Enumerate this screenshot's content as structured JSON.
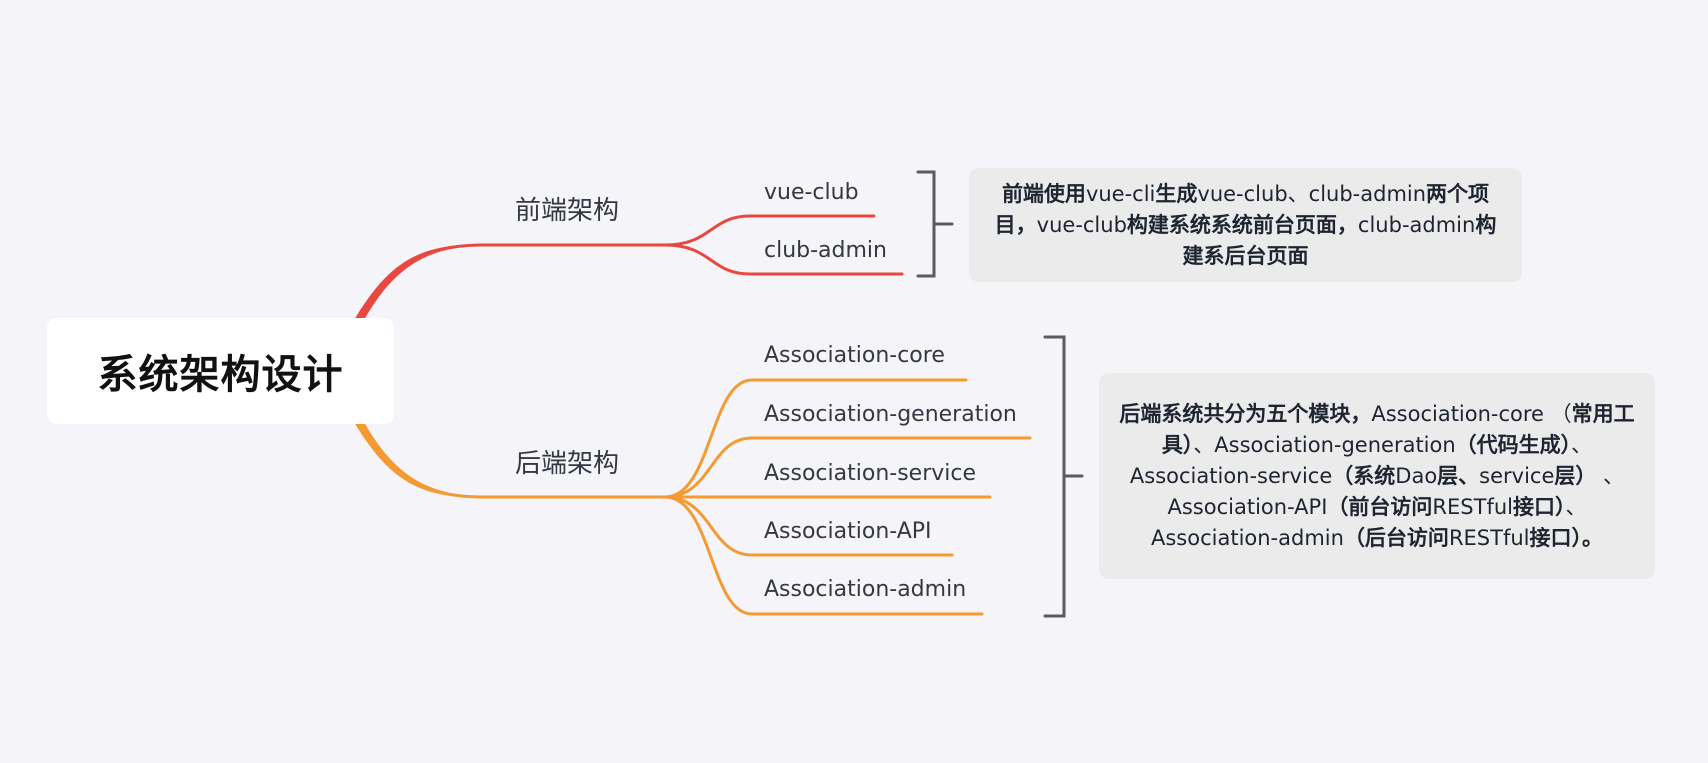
{
  "root": {
    "label": "系统架构设计"
  },
  "colors": {
    "frontend": "#e8483f",
    "backend": "#f39a32",
    "bracket": "#5b5b5b",
    "background": "#f5f5f9",
    "summary_bg": "#ebebeb"
  },
  "branches": [
    {
      "label": "前端架构",
      "color": "#e8483f",
      "children": [
        "vue-club",
        "club-admin"
      ],
      "summary": [
        {
          "text": "前端使用",
          "bold": true
        },
        {
          "text": "vue-cli",
          "bold": false
        },
        {
          "text": "生成",
          "bold": true
        },
        {
          "text": "vue-club、club-admin",
          "bold": false
        },
        {
          "text": "两个项目，",
          "bold": true
        },
        {
          "text": "vue-club",
          "bold": false
        },
        {
          "text": "构建系统系统前台页面，",
          "bold": true
        },
        {
          "text": "club-admin",
          "bold": false
        },
        {
          "text": "构建系后台页面",
          "bold": true
        }
      ]
    },
    {
      "label": "后端架构",
      "color": "#f39a32",
      "children": [
        "Association-core",
        "Association-generation",
        "Association-service",
        "Association-API",
        "Association-admin"
      ],
      "summary": [
        {
          "text": "后端系统共分为五个模块，",
          "bold": true
        },
        {
          "text": "Association-core （",
          "bold": false
        },
        {
          "text": "常用工具）",
          "bold": true
        },
        {
          "text": "、Association-generation",
          "bold": false
        },
        {
          "text": "（代码生成）",
          "bold": true
        },
        {
          "text": "、Association-service",
          "bold": false
        },
        {
          "text": "（系统",
          "bold": true
        },
        {
          "text": "Dao",
          "bold": false
        },
        {
          "text": "层、",
          "bold": true
        },
        {
          "text": "service",
          "bold": false
        },
        {
          "text": "层）",
          "bold": true
        },
        {
          "text": " 、Association-API",
          "bold": false
        },
        {
          "text": "（前台访问",
          "bold": true
        },
        {
          "text": "RESTful",
          "bold": false
        },
        {
          "text": "接口）",
          "bold": true
        },
        {
          "text": "、 Association-admin",
          "bold": false
        },
        {
          "text": "（后台访问",
          "bold": true
        },
        {
          "text": "RESTful",
          "bold": false
        },
        {
          "text": "接口）。",
          "bold": true
        }
      ]
    }
  ]
}
